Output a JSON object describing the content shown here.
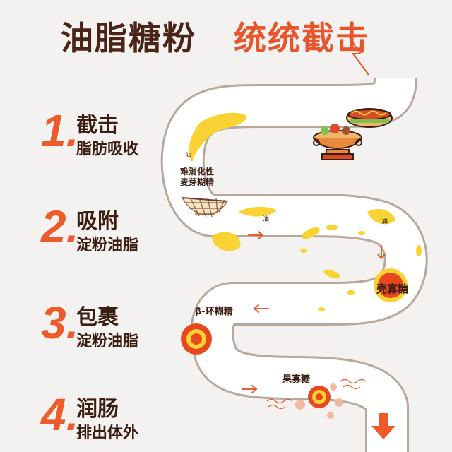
{
  "title": {
    "main": "油脂糖粉",
    "accent": "统统截击"
  },
  "steps": [
    {
      "num": "1.",
      "title": "截击",
      "sub": "脂肪吸收"
    },
    {
      "num": "2.",
      "title": "吸附",
      "sub": "淀粉油脂"
    },
    {
      "num": "3.",
      "title": "包裹",
      "sub": "淀粉油脂"
    },
    {
      "num": "4.",
      "title": "润肠",
      "sub": "排出体外"
    }
  ],
  "labels": {
    "maltodextrin": "难消化性麦芽糊精",
    "chitosan": "壳寡糖",
    "cyclodextrin": "β-环糊精",
    "fructo": "果寡糖",
    "oil": "油"
  },
  "colors": {
    "accent": "#ef5a2a",
    "title_dark": "#4a2416",
    "intestine_outline": "#b7a89d",
    "fat_yellow": "#f9d233",
    "particle_red": "#e8481f"
  }
}
